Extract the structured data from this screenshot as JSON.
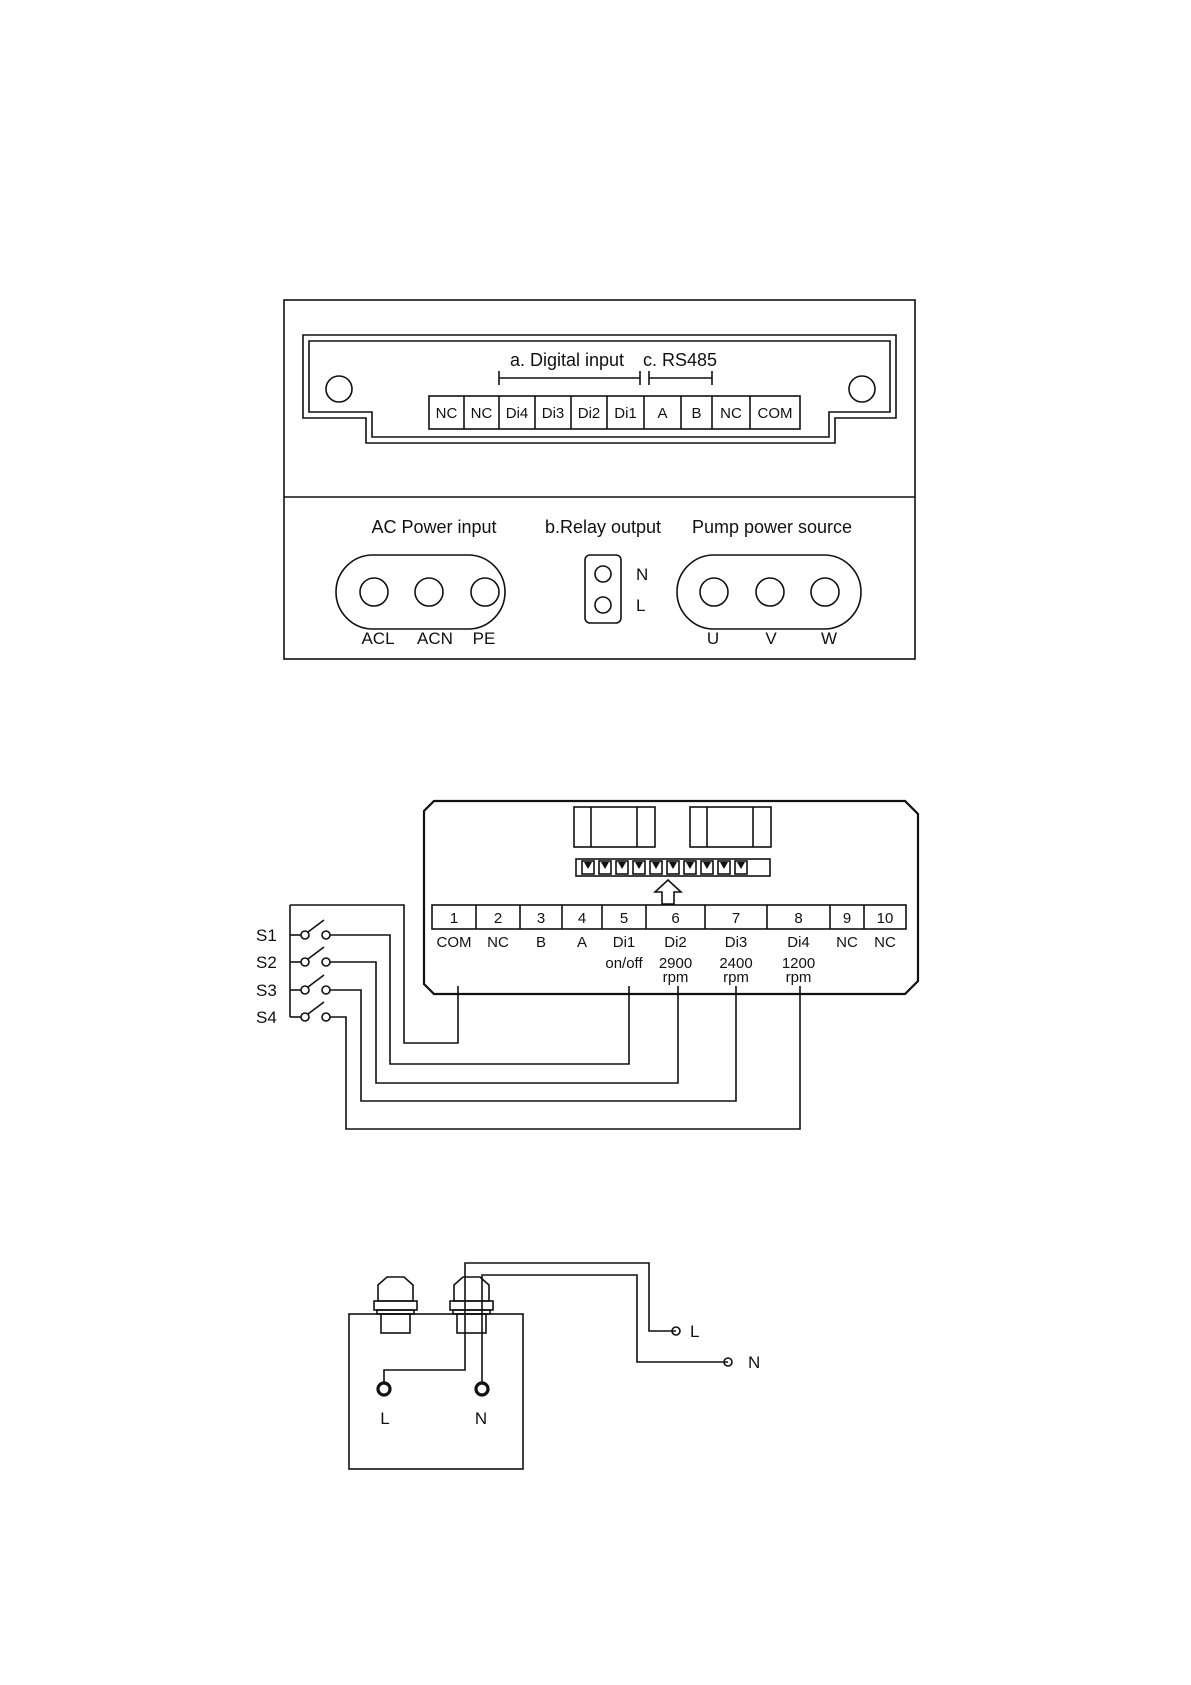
{
  "panel": {
    "digital_input_label": "a. Digital input",
    "rs485_label": "c. RS485",
    "terminals": [
      "NC",
      "NC",
      "Di4",
      "Di3",
      "Di2",
      "Di1",
      "A",
      "B",
      "NC",
      "COM"
    ],
    "ac_power_title": "AC Power input",
    "ac_power_terminals": [
      "ACL",
      "ACN",
      "PE"
    ],
    "relay_title": "b.Relay output",
    "relay_terminals": [
      "N",
      "L"
    ],
    "pump_title": "Pump power source",
    "pump_terminals": [
      "U",
      "V",
      "W"
    ]
  },
  "wiring": {
    "terminal_numbers": [
      "1",
      "2",
      "3",
      "4",
      "5",
      "6",
      "7",
      "8",
      "9",
      "10"
    ],
    "terminal_names": [
      "COM",
      "NC",
      "B",
      "A",
      "Di1",
      "Di2",
      "Di3",
      "Di4",
      "NC",
      "NC"
    ],
    "functions": [
      {
        "line1": "on/off",
        "line2": ""
      },
      {
        "line1": "2900",
        "line2": "rpm"
      },
      {
        "line1": "2400",
        "line2": "rpm"
      },
      {
        "line1": "1200",
        "line2": "rpm"
      }
    ],
    "switches": [
      "S1",
      "S2",
      "S3",
      "S4"
    ]
  },
  "relay_wiring": {
    "box_terminals": [
      "L",
      "N"
    ],
    "line_labels": [
      "L",
      "N"
    ]
  }
}
